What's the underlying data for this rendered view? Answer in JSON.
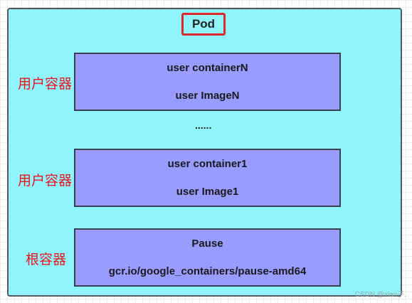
{
  "pod": {
    "title": "Pod"
  },
  "containers": [
    {
      "side_label": "用户容器",
      "line1": "user containerN",
      "line2": "user ImageN"
    },
    {
      "side_label": "用户容器",
      "line1": "user container1",
      "line2": "user Image1"
    },
    {
      "side_label": "根容器",
      "line1": "Pause",
      "line2": "gcr.io/google_containers/pause-amd64"
    }
  ],
  "ellipsis": "......",
  "watermark": "CSDN @xian子.",
  "colors": {
    "pod_fill": "#90f4fc",
    "box_fill": "#999cff",
    "title_border": "#e0262a",
    "label_text": "#e8161c"
  }
}
